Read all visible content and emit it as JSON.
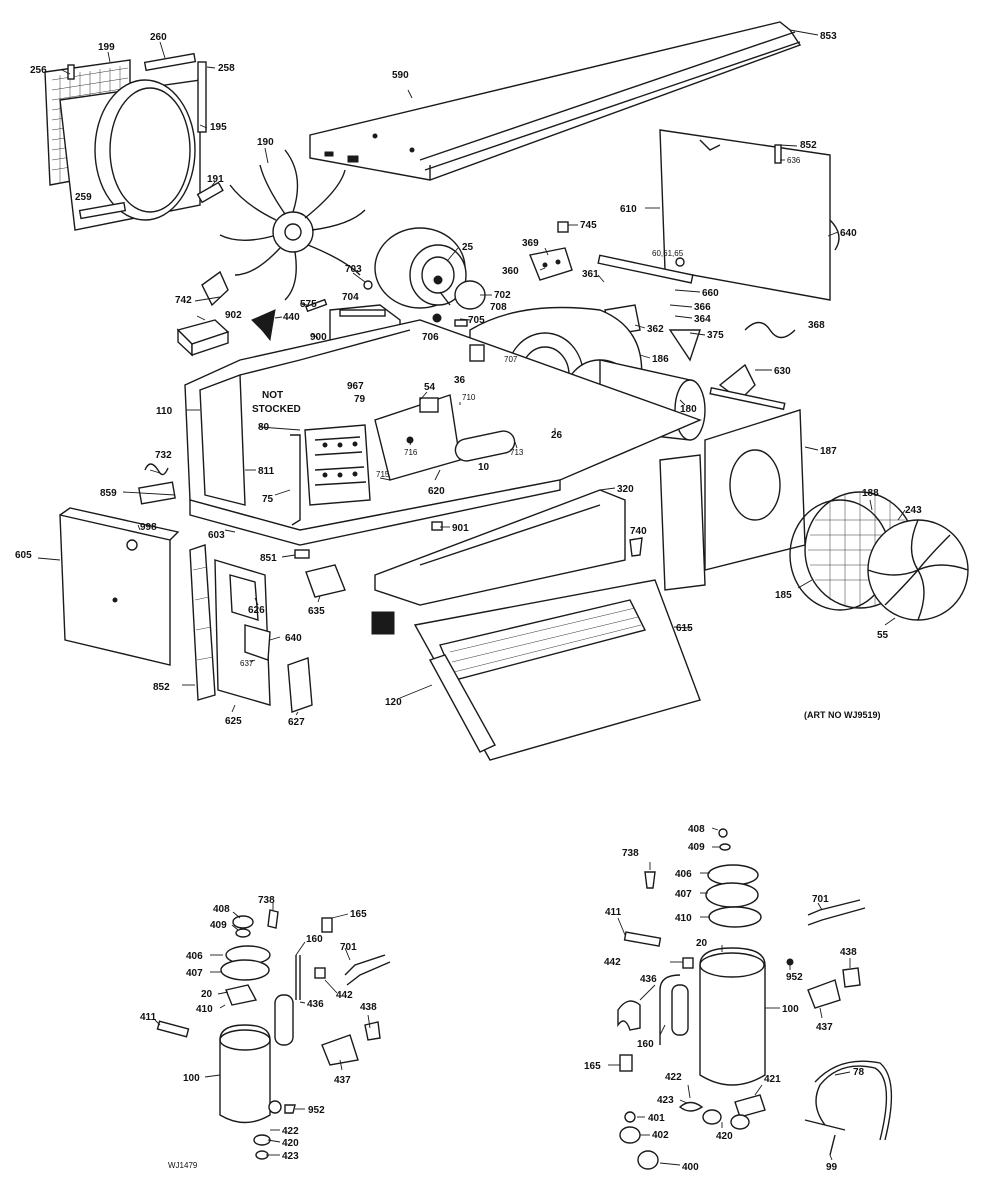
{
  "labels": {
    "l853": "853",
    "l590": "590",
    "l260": "260",
    "l199": "199",
    "l256": "256",
    "l258": "258",
    "l195": "195",
    "l259": "259",
    "l191": "191",
    "l190": "190",
    "l852a": "852",
    "l636": "636",
    "l610": "610",
    "l640a": "640",
    "l60": "60,61,65",
    "l745": "745",
    "l369": "369",
    "l360": "360",
    "l361": "361",
    "l660": "660",
    "l366": "366",
    "l364": "364",
    "l362": "362",
    "l375": "375",
    "l368": "368",
    "l25": "25",
    "l703": "703",
    "l704": "704",
    "l702": "702",
    "l708": "708",
    "l705": "705",
    "l706": "706",
    "l707": "707",
    "l186": "186",
    "l742": "742",
    "l575": "575",
    "l440": "440",
    "l902": "902",
    "l900": "900",
    "l630": "630",
    "l180": "180",
    "l36": "36",
    "l110": "110",
    "l967": "967",
    "l79": "79",
    "l54": "54",
    "l710": "710",
    "l26": "26",
    "l187": "187",
    "l80": "80",
    "l716": "716",
    "l713": "713",
    "l10": "10",
    "l732": "732",
    "l811": "811",
    "l715": "715",
    "l75": "75",
    "l620": "620",
    "l859": "859",
    "l320": "320",
    "l998": "998",
    "l603": "603",
    "l901": "901",
    "l740": "740",
    "l188": "188",
    "l243": "243",
    "l605": "605",
    "l851": "851",
    "l626": "626",
    "l635": "635",
    "l185": "185",
    "l55": "55",
    "l640b": "640",
    "l615": "615",
    "l637": "637",
    "l852b": "852",
    "l627": "627",
    "l625": "625",
    "l120": "120",
    "lL408": "408",
    "lL738": "738",
    "lL409": "409",
    "lL165": "165",
    "lL160": "160",
    "lL406": "406",
    "lL701": "701",
    "lL407": "407",
    "lL442": "442",
    "lL20": "20",
    "lL436": "436",
    "lL410": "410",
    "lL438": "438",
    "lL411": "411",
    "lL437": "437",
    "lL100": "100",
    "lL952": "952",
    "lL422": "422",
    "lL420": "420",
    "lL423": "423",
    "lR408": "408",
    "lR409": "409",
    "lR738": "738",
    "lR406": "406",
    "lR407": "407",
    "lR701": "701",
    "lR411": "411",
    "lR410": "410",
    "lR20": "20",
    "lR438": "438",
    "lR442": "442",
    "lR952": "952",
    "lR436": "436",
    "lR100": "100",
    "lR437": "437",
    "lR160": "160",
    "lR165": "165",
    "lR78": "78",
    "lR422": "422",
    "lR421": "421",
    "lR423": "423",
    "lR401": "401",
    "lR402": "402",
    "lR420": "420",
    "lR400": "400",
    "lR99": "99"
  },
  "note_not_stocked_line1": "NOT",
  "note_not_stocked_line2": "STOCKED",
  "art_number": "(ART NO  WJ9519)",
  "drawing_code": "WJ1479"
}
